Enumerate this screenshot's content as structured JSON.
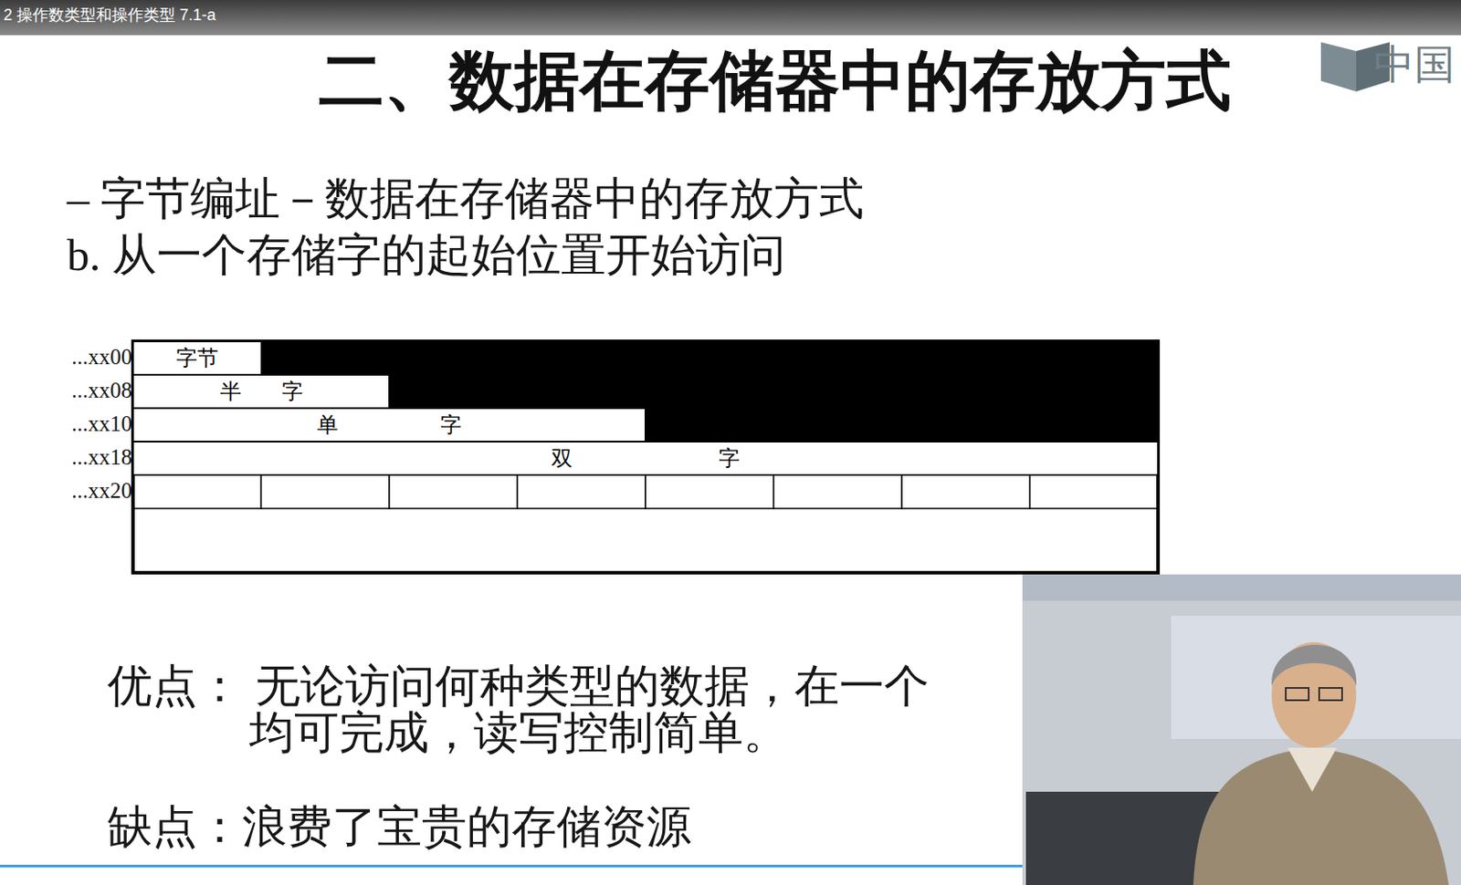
{
  "diagram": {
    "title": "二、数据在存储器中的存放方式",
    "nodes": [
      {
        "text": [
          "字节"
        ]
      },
      {
        "text": [
          "半 字"
        ]
      },
      {
        "text": [
          "单 字"
        ]
      },
      {
        "text": [
          "双 字"
        ]
      }
    ],
    "labels": [
      "2 操作数类型和操作类型 7.1-a",
      "– 字节编址－数据在存储器中的存放方式",
      "b. 从一个存储字的起始位置开始访问",
      "...xx00",
      "...xx08",
      "...xx10",
      "...xx18",
      "...xx20",
      "优点：",
      "无论访问何种类型的数据，在一个",
      "均可完成，读写控制简单。",
      "缺点：浪费了宝贵的存储资源",
      "中国"
    ]
  }
}
